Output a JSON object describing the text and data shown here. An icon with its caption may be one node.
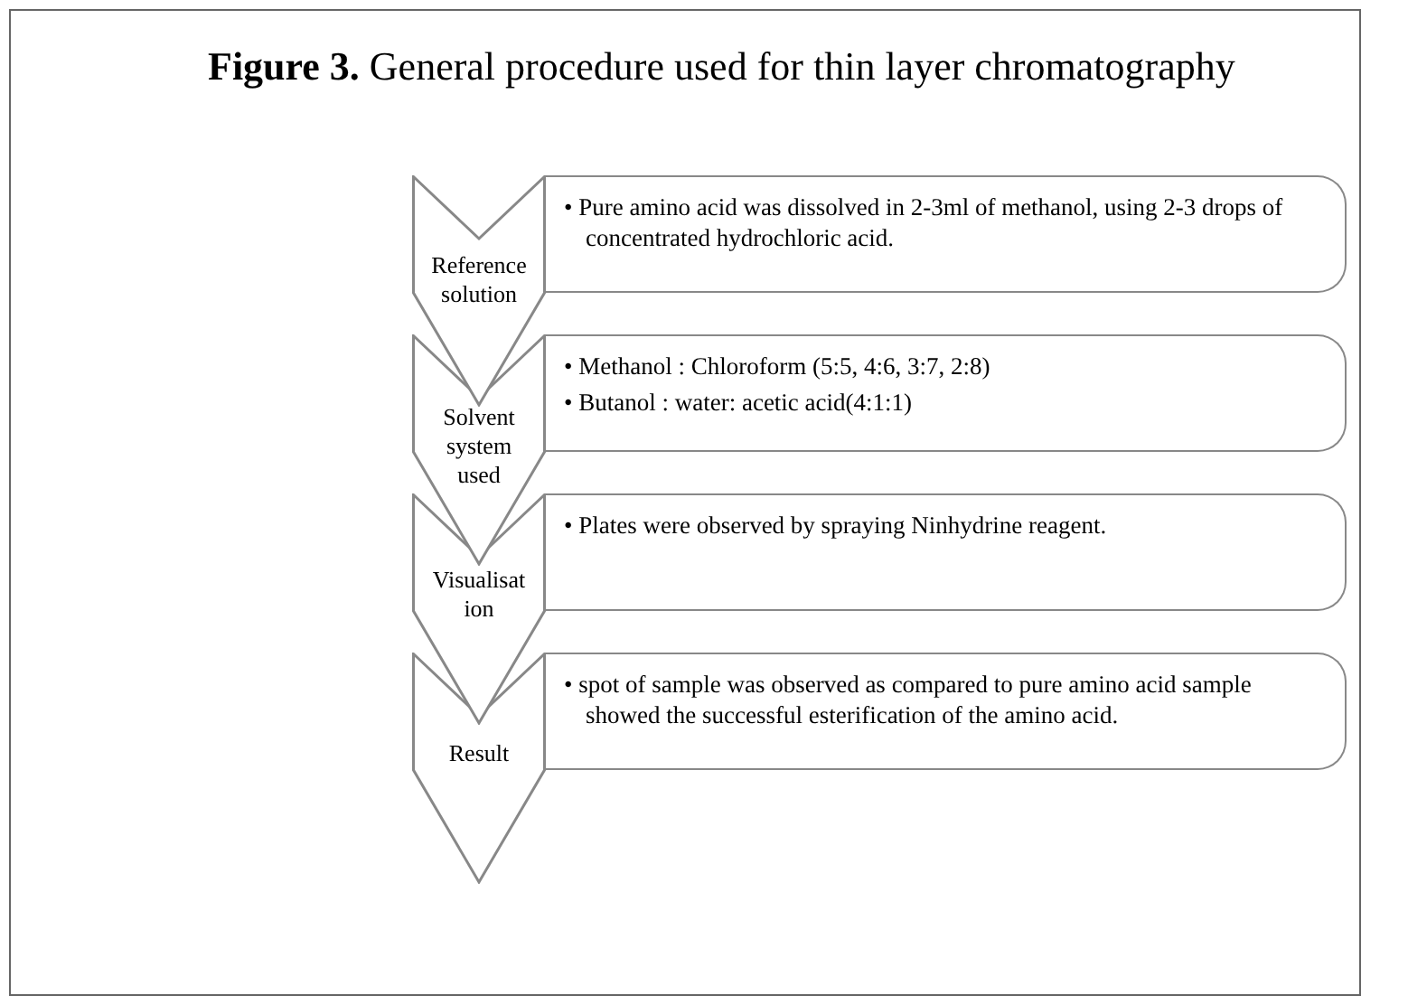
{
  "diagram": {
    "title": "**Figure 3.** General procedure used for thin layer chromatography",
    "nodes": [
      {
        "text": [
          "Reference solution"
        ]
      },
      {
        "text": [
          "• Pure amino acid was dissolved in 2-3ml of methanol, using 2-3 drops of concentrated hydrochloric acid."
        ]
      },
      {
        "text": [
          "Solvent system used"
        ]
      },
      {
        "text": [
          "• Methanol : Chloroform (5:5, 4:6, 3:7, 2:8)",
          "• Butanol : water: acetic acid(4:1:1)"
        ]
      },
      {
        "text": [
          "Visualisat ion"
        ]
      },
      {
        "text": [
          "• Plates were observed by spraying Ninhydrine reagent."
        ]
      },
      {
        "text": [
          "Result"
        ]
      },
      {
        "text": [
          "• spot of sample was observed as compared to pure amino acid sample showed the successful esterification of the amino acid."
        ]
      }
    ]
  }
}
